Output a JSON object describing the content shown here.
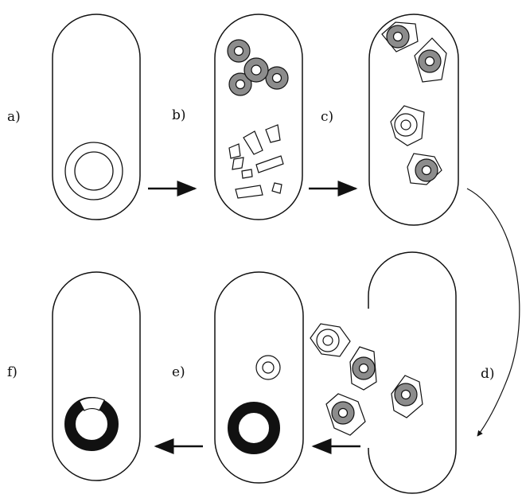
{
  "panels": [
    {
      "id": "a",
      "label": "a)"
    },
    {
      "id": "b",
      "label": "b)"
    },
    {
      "id": "c",
      "label": "c)"
    },
    {
      "id": "d",
      "label": "d)"
    },
    {
      "id": "e",
      "label": "e)"
    },
    {
      "id": "f",
      "label": "f)"
    }
  ],
  "colors": {
    "stroke": "#111111",
    "capsid_fill": "#8c8c8c",
    "ring_black": "#111111",
    "background": "#ffffff"
  }
}
